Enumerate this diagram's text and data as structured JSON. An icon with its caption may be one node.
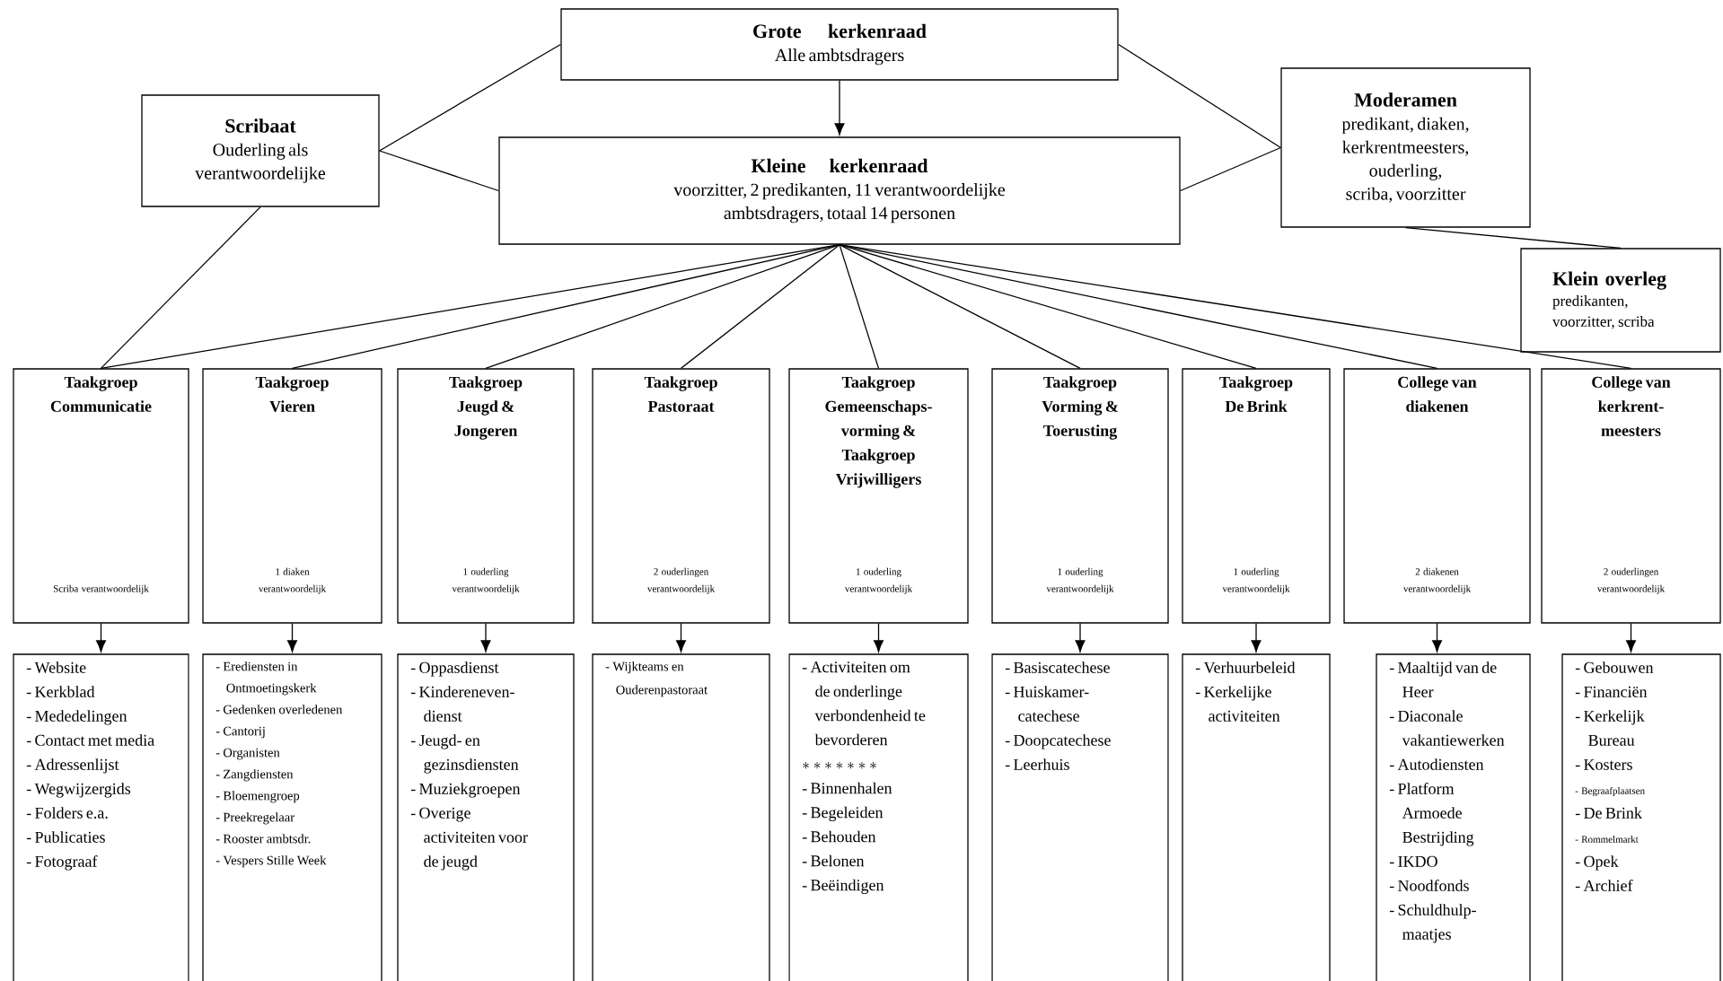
{
  "diagram": {
    "nodes": [
      {
        "text": [
          "Grote kerkenraad",
          "Alle ambtsdragers"
        ]
      },
      {
        "text": [
          "Scribaat",
          "Ouderling als verantwoordelijke"
        ]
      },
      {
        "text": [
          "Kleine kerkenraad",
          "voorzitter, 2 predikanten, 11 verantwoordelijke ambtsdragers, totaal 14 personen"
        ]
      },
      {
        "text": [
          "Moderamen",
          "predikant, diaken, kerkrentmeesters, ouderling, scriba, voorzitter"
        ]
      },
      {
        "text": [
          "Klein overleg",
          "predikanten, voorzitter, scriba"
        ]
      },
      {
        "text": [
          "Taakgroep Communicatie",
          "Scriba verantwoordelijk"
        ]
      },
      {
        "text": [
          "Taakgroep Vieren",
          "1 diaken verantwoordelijk"
        ]
      },
      {
        "text": [
          "Taakgroep Jeugd & Jongeren",
          "1 ouderling verantwoordelijk"
        ]
      },
      {
        "text": [
          "Taakgroep Pastoraat",
          "2 ouderlingen verantwoordelijk"
        ]
      },
      {
        "text": [
          "Taakgroep Gemeenschaps-vorming & Taakgroep Vrijwilligers",
          "1 ouderling verantwoordelijk"
        ]
      },
      {
        "text": [
          "Taakgroep Vorming & Toerusting",
          "1 ouderling verantwoordelijk"
        ]
      },
      {
        "text": [
          "Taakgroep De Brink",
          "1 ouderling verantwoordelijk"
        ]
      },
      {
        "text": [
          "College van diakenen",
          "2 diakenen verantwoordelijk"
        ]
      },
      {
        "text": [
          "College van kerkrent-meesters",
          "2 ouderlingen verantwoordelijk"
        ]
      },
      {
        "text": [
          "- Website",
          "- Kerkblad",
          "- Mededelingen",
          "- Contact met media",
          "- Adressenlijst",
          "- Wegwijzergids",
          "- Folders e.a.",
          "- Publicaties",
          "- Fotograaf"
        ]
      },
      {
        "text": [
          "- Erediensten in Ontmoetingskerk",
          "- Gedenken overledenen",
          "- Cantorij",
          "- Organisten",
          "- Zangdiensten",
          "- Bloemengroep",
          "- Preekregelaar",
          "- Rooster ambtsdr.",
          "- Vespers Stille Week"
        ]
      },
      {
        "text": [
          "- Oppasdienst",
          "- Kindereneven-dienst",
          "- Jeugd- en gezinsdiensten",
          "- Muziekgroepen",
          "- Overige activiteiten voor de jeugd"
        ]
      },
      {
        "text": [
          "- Wijkteams en Ouderenpastoraat"
        ]
      },
      {
        "text": [
          "- Activiteiten om de onderlinge verbondenheid te bevorderen",
          "*******",
          "- Binnenhalen",
          "- Begeleiden",
          "- Behouden",
          "- Belonen",
          "- Beëindigen"
        ]
      },
      {
        "text": [
          "- Basiscatechese",
          "- Huiskamer-catechese",
          "- Doopcatechese",
          "- Leerhuis"
        ]
      },
      {
        "text": [
          "- Verhuurbeleid",
          "- Kerkelijke activiteiten"
        ]
      },
      {
        "text": [
          "- Maaltijd van de Heer",
          "- Diaconale vakantiewerken",
          "- Autodiensten",
          "- Platform Armoede Bestrijding",
          "- IKDO",
          "- Noodfonds",
          "- Schuldhulp-maatjes"
        ]
      },
      {
        "text": [
          "- Gebouwen",
          "- Financiën",
          "- Kerkelijk Bureau",
          "- Kosters",
          "- Begraafplaatsen",
          "- De Brink",
          "- Rommelmarkt",
          "- Opek",
          "- Archief"
        ]
      }
    ],
    "edges": [
      {
        "from": 0,
        "to": 2,
        "arrow": "to"
      },
      {
        "from": 1,
        "to": 0,
        "arrow": "none"
      },
      {
        "from": 1,
        "to": 2,
        "arrow": "none"
      },
      {
        "from": 3,
        "to": 0,
        "arrow": "none"
      },
      {
        "from": 3,
        "to": 2,
        "arrow": "none"
      },
      {
        "from": 3,
        "to": 4,
        "arrow": "none"
      },
      {
        "from": 1,
        "to": 5,
        "arrow": "none"
      },
      {
        "from": 2,
        "to": 5,
        "arrow": "none"
      },
      {
        "from": 2,
        "to": 6,
        "arrow": "none"
      },
      {
        "from": 2,
        "to": 7,
        "arrow": "none"
      },
      {
        "from": 2,
        "to": 8,
        "arrow": "none"
      },
      {
        "from": 2,
        "to": 9,
        "arrow": "none"
      },
      {
        "from": 2,
        "to": 10,
        "arrow": "none"
      },
      {
        "from": 2,
        "to": 11,
        "arrow": "none"
      },
      {
        "from": 2,
        "to": 12,
        "arrow": "none"
      },
      {
        "from": 2,
        "to": 13,
        "arrow": "none"
      },
      {
        "from": 5,
        "to": 14,
        "arrow": "to"
      },
      {
        "from": 6,
        "to": 15,
        "arrow": "to"
      },
      {
        "from": 7,
        "to": 16,
        "arrow": "to"
      },
      {
        "from": 8,
        "to": 17,
        "arrow": "to"
      },
      {
        "from": 9,
        "to": 18,
        "arrow": "to"
      },
      {
        "from": 10,
        "to": 19,
        "arrow": "to"
      },
      {
        "from": 11,
        "to": 20,
        "arrow": "to"
      },
      {
        "from": 12,
        "to": 21,
        "arrow": "to"
      },
      {
        "from": 13,
        "to": 22,
        "arrow": "to"
      }
    ]
  }
}
